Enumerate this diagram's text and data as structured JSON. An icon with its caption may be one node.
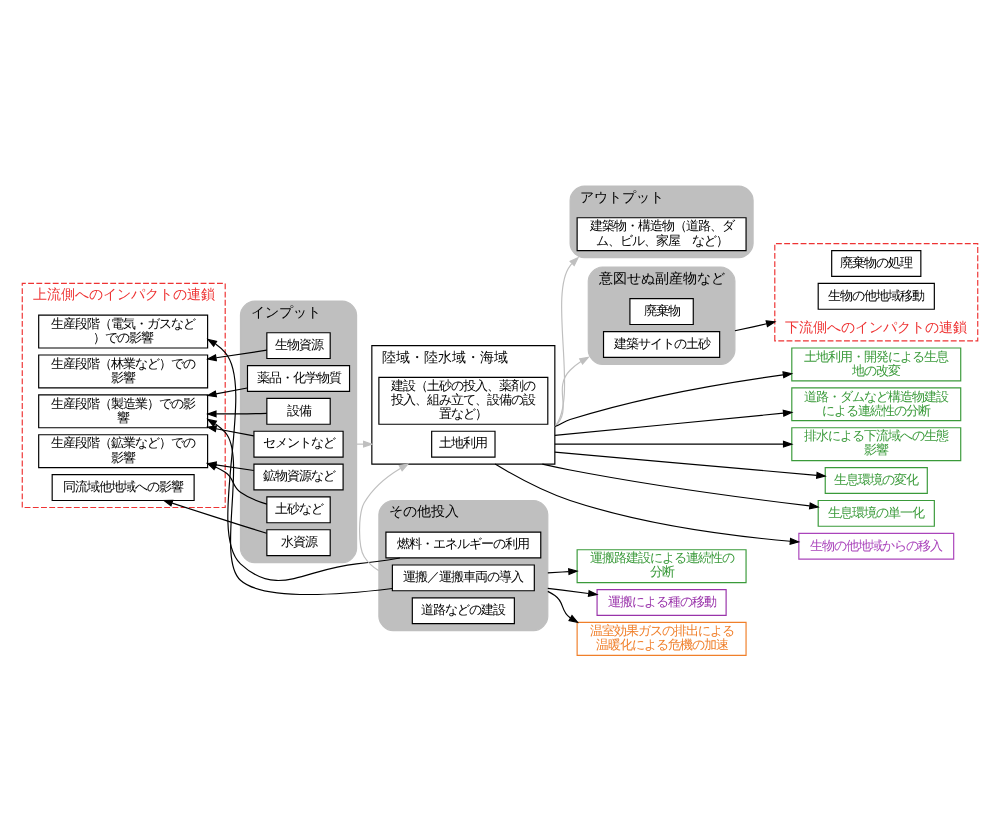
{
  "diagram": {
    "nodes": [
      {
        "text": [
          "上流側へのインパクトの連鎖"
        ]
      },
      {
        "text": [
          "生産段階（電気・ガスなど）での影響"
        ],
        "in": 0
      },
      {
        "text": [
          "生産段階（林業など）での影響"
        ],
        "in": 0
      },
      {
        "text": [
          "生産段階（製造業）での影響"
        ],
        "in": 0
      },
      {
        "text": [
          "生産段階（鉱業など）での影響"
        ],
        "in": 0
      },
      {
        "text": [
          "同流域他地域への影響"
        ],
        "in": 0
      },
      {
        "text": [
          "インプット"
        ]
      },
      {
        "text": [
          "生物資源"
        ],
        "in": 6
      },
      {
        "text": [
          "薬品・化学物質"
        ],
        "in": 6
      },
      {
        "text": [
          "設備"
        ],
        "in": 6
      },
      {
        "text": [
          "セメントなど"
        ],
        "in": 6
      },
      {
        "text": [
          "鉱物資源など"
        ],
        "in": 6
      },
      {
        "text": [
          "土砂など"
        ],
        "in": 6
      },
      {
        "text": [
          "水資源"
        ],
        "in": 6
      },
      {
        "text": [
          "その他投入"
        ]
      },
      {
        "text": [
          "燃料・エネルギーの利用"
        ],
        "in": 14
      },
      {
        "text": [
          "運搬／運搬車両の導入"
        ],
        "in": 14
      },
      {
        "text": [
          "道路などの建設"
        ],
        "in": 14
      },
      {
        "text": [
          "陸域・陸水域・海域"
        ]
      },
      {
        "text": [
          "建設（土砂の投入、薬剤の投入、組み立て、設備の設置など）"
        ],
        "in": 18
      },
      {
        "text": [
          "土地利用"
        ],
        "in": 18
      },
      {
        "text": [
          "アウトプット"
        ]
      },
      {
        "text": [
          "建築物・構造物（道路、ダム、ビル、家屋　など）"
        ],
        "in": 21
      },
      {
        "text": [
          "意図せぬ副産物など"
        ]
      },
      {
        "text": [
          "廃棄物"
        ],
        "in": 23
      },
      {
        "text": [
          "建築サイトの土砂"
        ],
        "in": 23
      },
      {
        "text": [
          "下流側へのインパクトの連鎖"
        ]
      },
      {
        "text": [
          "廃棄物の処理"
        ],
        "in": 26
      },
      {
        "text": [
          "生物の他地域移動"
        ],
        "in": 26
      },
      {
        "text": [
          "運搬路建設による連続性の分断"
        ]
      },
      {
        "text": [
          "運搬による種の移動"
        ]
      },
      {
        "text": [
          "温室効果ガスの排出による温暖化による危機の加速"
        ]
      },
      {
        "text": [
          "土地利用・開発による生息地の改変"
        ]
      },
      {
        "text": [
          "道路・ダムなど構造物建設による連続性の分断"
        ]
      },
      {
        "text": [
          "排水による下流域への生態影響"
        ]
      },
      {
        "text": [
          "生息環境の変化"
        ]
      },
      {
        "text": [
          "生息環境の単一化"
        ]
      },
      {
        "text": [
          "生物の他地域からの移入"
        ]
      }
    ],
    "edges": [
      {
        "from": 15,
        "to": 1,
        "arrow": "to"
      },
      {
        "from": 7,
        "to": 2,
        "arrow": "to"
      },
      {
        "from": 16,
        "to": 3,
        "arrow": "to"
      },
      {
        "from": 8,
        "to": 3,
        "arrow": "to"
      },
      {
        "from": 9,
        "to": 3,
        "arrow": "to"
      },
      {
        "from": 10,
        "to": 3,
        "arrow": "to"
      },
      {
        "from": 11,
        "to": 4,
        "arrow": "to"
      },
      {
        "from": 12,
        "to": 4,
        "arrow": "to"
      },
      {
        "from": 13,
        "to": 5,
        "arrow": "to"
      },
      {
        "from": 6,
        "to": 18,
        "arrow": "to",
        "color": "#bfbfbf"
      },
      {
        "from": 14,
        "to": 18,
        "arrow": "to",
        "color": "#bfbfbf"
      },
      {
        "from": 18,
        "to": 21,
        "arrow": "to",
        "color": "#bfbfbf"
      },
      {
        "from": 18,
        "to": 23,
        "arrow": "to",
        "color": "#bfbfbf"
      },
      {
        "from": 14,
        "to": 29,
        "arrow": "to"
      },
      {
        "from": 14,
        "to": 30,
        "arrow": "to"
      },
      {
        "from": 14,
        "to": 31,
        "arrow": "to"
      },
      {
        "from": 18,
        "to": 32,
        "arrow": "to"
      },
      {
        "from": 18,
        "to": 33,
        "arrow": "to"
      },
      {
        "from": 18,
        "to": 34,
        "arrow": "to"
      },
      {
        "from": 18,
        "to": 35,
        "arrow": "to"
      },
      {
        "from": 18,
        "to": 36,
        "arrow": "to"
      },
      {
        "from": 18,
        "to": 37,
        "arrow": "to"
      },
      {
        "from": 23,
        "to": 26,
        "arrow": "to"
      }
    ]
  }
}
